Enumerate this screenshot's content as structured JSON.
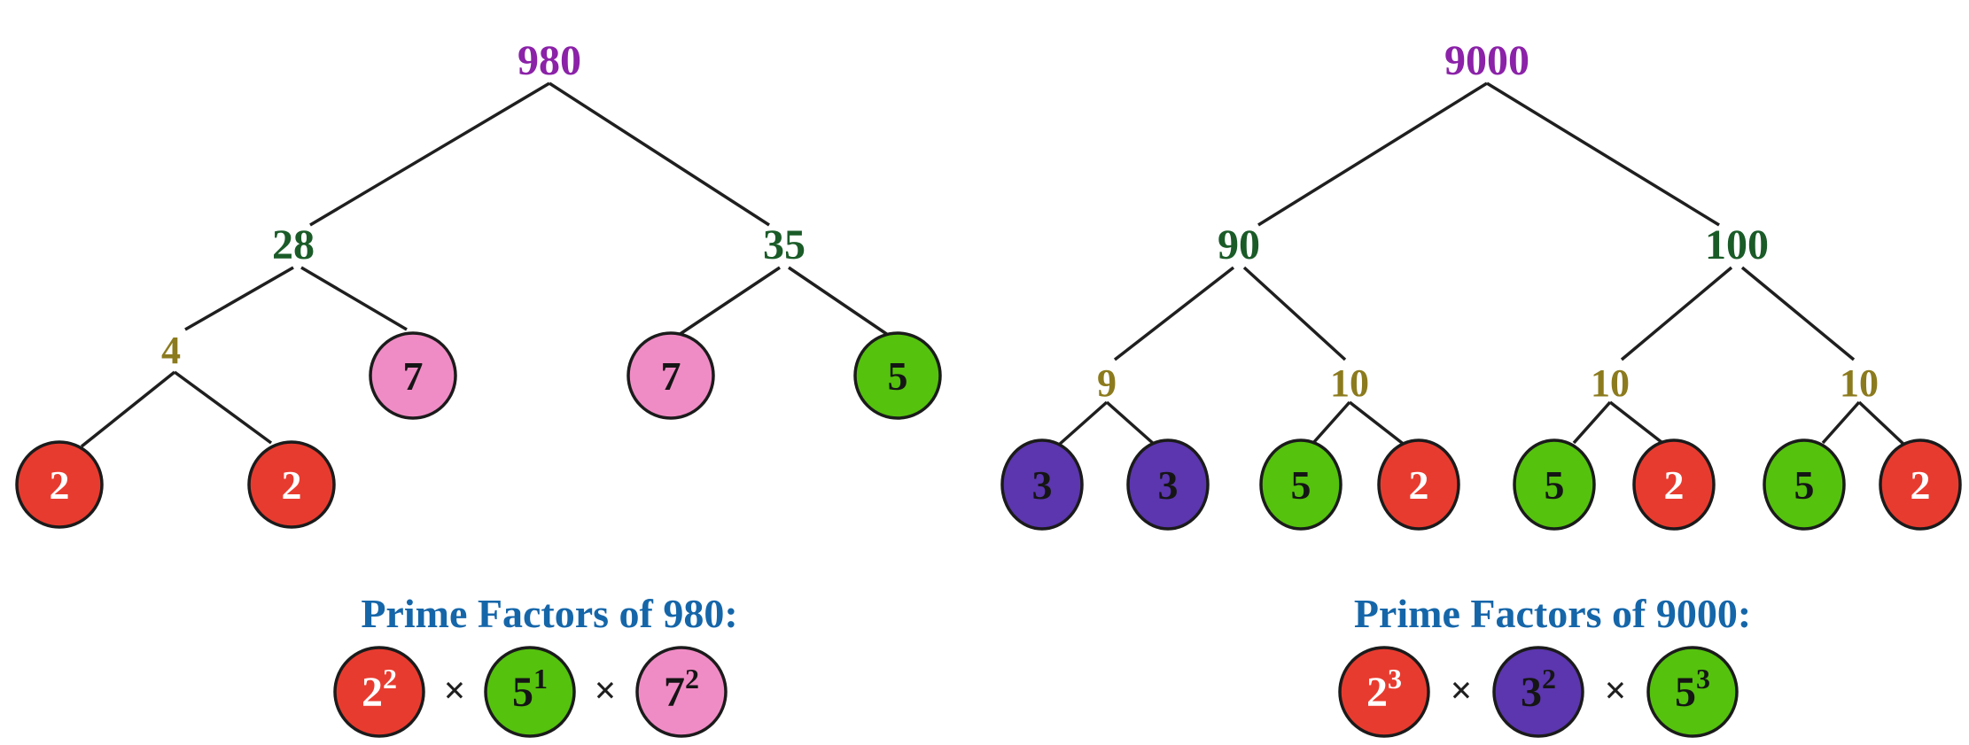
{
  "colors": {
    "root_purple": "#8B22A8",
    "composite_green": "#1A5B28",
    "intermediate_olive": "#8C7B1E",
    "circle_red": "#E83B2F",
    "circle_green": "#55C20E",
    "circle_pink": "#F08CC5",
    "circle_purple": "#5B36AE",
    "caption_blue": "#1566A9",
    "edge_black": "#1F1F1F",
    "digit_light": "#FFFFFF",
    "digit_dark": "#151515"
  },
  "left_tree": {
    "root": "980",
    "level1": [
      "28",
      "35"
    ],
    "level2_plain": [
      "4"
    ],
    "level2_circles": [
      "7",
      "7",
      "5"
    ],
    "level3_circles": [
      "2",
      "2"
    ],
    "caption": "Prime Factors of 980:",
    "times": "×",
    "factors": [
      {
        "base": "2",
        "exp": "2"
      },
      {
        "base": "5",
        "exp": "1"
      },
      {
        "base": "7",
        "exp": "2"
      }
    ]
  },
  "right_tree": {
    "root": "9000",
    "level1": [
      "90",
      "100"
    ],
    "level2": [
      "9",
      "10",
      "10",
      "10"
    ],
    "level3_circles": [
      "3",
      "3",
      "5",
      "2",
      "5",
      "2",
      "5",
      "2"
    ],
    "caption": "Prime Factors of 9000:",
    "times": "×",
    "factors": [
      {
        "base": "2",
        "exp": "3"
      },
      {
        "base": "3",
        "exp": "2"
      },
      {
        "base": "5",
        "exp": "3"
      }
    ]
  }
}
